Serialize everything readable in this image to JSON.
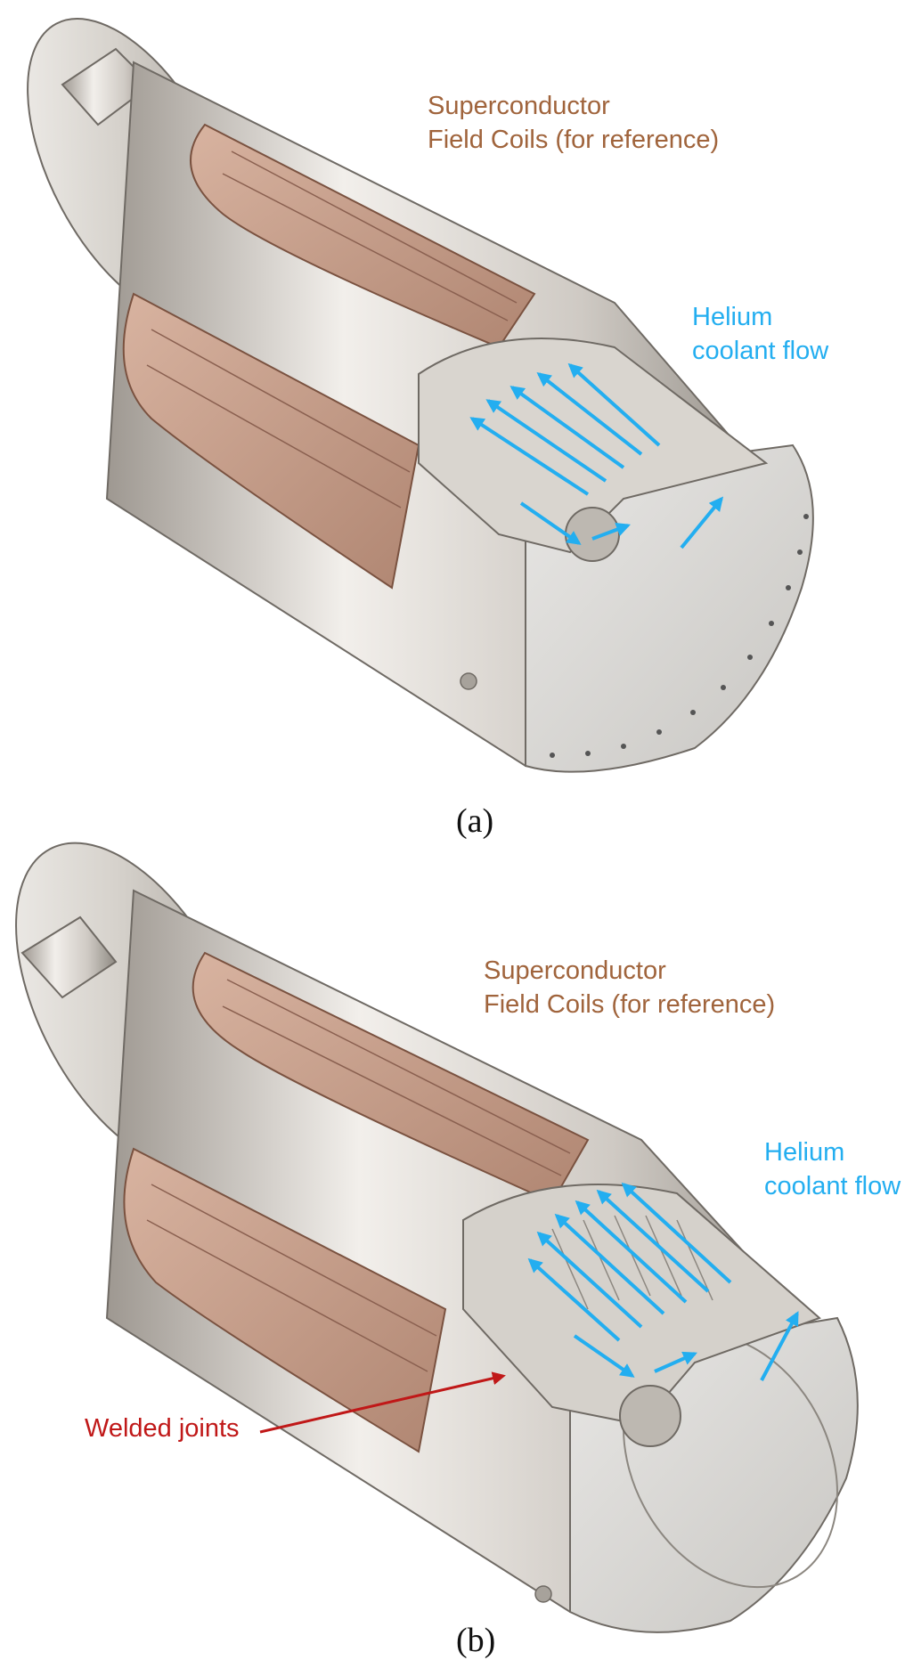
{
  "colors": {
    "coil": "#a0643c",
    "flow_arrow": "#23aef0",
    "weld_label": "#c01818",
    "metal_light": "#e9e6e2",
    "metal_mid": "#bdb8b1",
    "metal_dark": "#8c8780",
    "coil_fill": "#c9a089"
  },
  "panels": [
    {
      "caption": "(a)",
      "labels": {
        "coils_line1": "Superconductor",
        "coils_line2": "Field Coils (for reference)",
        "flow_line1": "Helium",
        "flow_line2": "coolant flow"
      }
    },
    {
      "caption": "(b)",
      "labels": {
        "coils_line1": "Superconductor",
        "coils_line2": "Field Coils (for reference)",
        "flow_line1": "Helium",
        "flow_line2": "coolant flow",
        "weld": "Welded joints"
      }
    }
  ]
}
